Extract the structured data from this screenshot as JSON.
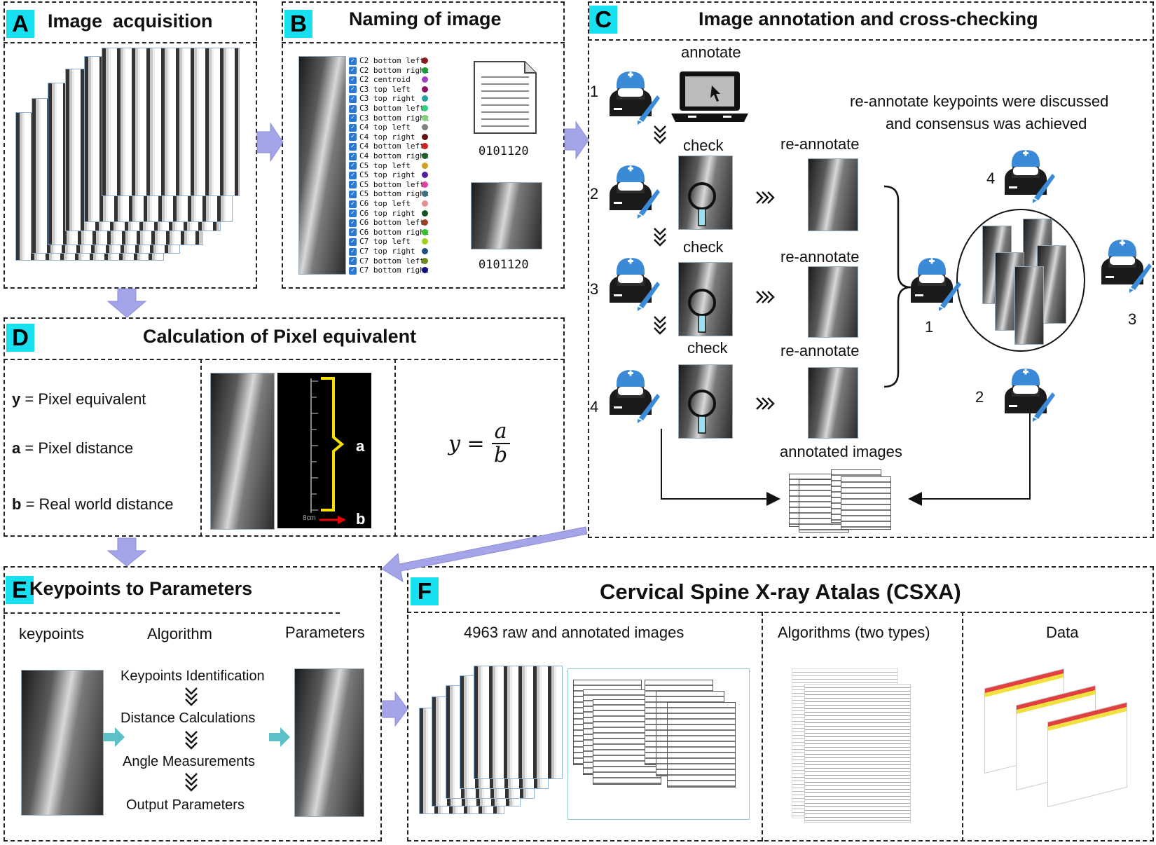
{
  "panels": {
    "A": {
      "letter": "A",
      "title": "Image  acquisition"
    },
    "B": {
      "letter": "B",
      "title": "Naming of image",
      "file_name_1": "0101120",
      "file_name_2": "0101120",
      "keypoints": [
        {
          "label": "C2 bottom left",
          "color": "#8b1a1a"
        },
        {
          "label": "C2 bottom right",
          "color": "#1a9a3a"
        },
        {
          "label": "C2 centroid",
          "color": "#a040c0"
        },
        {
          "label": "C3 top left",
          "color": "#8a1060"
        },
        {
          "label": "C3 top right",
          "color": "#20a0a0"
        },
        {
          "label": "C3 bottom left",
          "color": "#30d080"
        },
        {
          "label": "C3 bottom right",
          "color": "#80d080"
        },
        {
          "label": "C4 top left",
          "color": "#808080"
        },
        {
          "label": "C4 top right",
          "color": "#601010"
        },
        {
          "label": "C4 bottom left",
          "color": "#d02020"
        },
        {
          "label": "C4 bottom right",
          "color": "#206030"
        },
        {
          "label": "C5 top left",
          "color": "#d0a020"
        },
        {
          "label": "C5 top right",
          "color": "#5020a0"
        },
        {
          "label": "C5 bottom left",
          "color": "#e040a0"
        },
        {
          "label": "C5 bottom right",
          "color": "#407080"
        },
        {
          "label": "C6 top left",
          "color": "#e09090"
        },
        {
          "label": "C6 top right",
          "color": "#105020"
        },
        {
          "label": "C6 bottom left",
          "color": "#a04020"
        },
        {
          "label": "C6 bottom right",
          "color": "#30c030"
        },
        {
          "label": "C7 top left",
          "color": "#a0d020"
        },
        {
          "label": "C7 top right",
          "color": "#205080"
        },
        {
          "label": "C7 bottom left",
          "color": "#6a8a20"
        },
        {
          "label": "C7 bottom right",
          "color": "#101080"
        }
      ]
    },
    "C": {
      "letter": "C",
      "title": "Image annotation and cross-checking",
      "annotate": "annotate",
      "check": "check",
      "re_annotate": "re-annotate",
      "consensus_line1": "re-annotate keypoints were discussed",
      "consensus_line2": "and consensus was achieved",
      "annotated_images": "annotated images",
      "numbers": [
        "1",
        "2",
        "3",
        "4"
      ],
      "circle_numbers": [
        "4",
        "1",
        "3",
        "2"
      ]
    },
    "D": {
      "letter": "D",
      "title": "Calculation of Pixel equivalent",
      "y_var": "y",
      "y_def": " = Pixel equivalent",
      "a_var": "a",
      "a_def": " = Pixel distance",
      "b_var": "b",
      "b_def": " = Real world distance",
      "ruler_a": "a",
      "ruler_b": "b",
      "ruler_unit": "8cm",
      "formula_lhs": "y =",
      "formula_num": "a",
      "formula_den": "b"
    },
    "E": {
      "letter": "E",
      "title": "Keypoints to Parameters",
      "col_keypoints": "keypoints",
      "col_algorithm": "Algorithm",
      "col_parameters": "Parameters",
      "steps": [
        "Keypoints Identification",
        "Distance Calculations",
        "Angle Measurements",
        "Output Parameters"
      ]
    },
    "F": {
      "letter": "F",
      "title": "Cervical Spine X-ray Atalas (CSXA)",
      "sub1": "4963 raw and  annotated images",
      "sub2": "Algorithms (two types)",
      "sub3": "Data"
    }
  },
  "colors": {
    "letter_bg": "#19e0f0",
    "arrow": "#a4a4e8",
    "cyan_arrow": "#5bc0c8",
    "doctor_cap": "#3a8ad8"
  }
}
